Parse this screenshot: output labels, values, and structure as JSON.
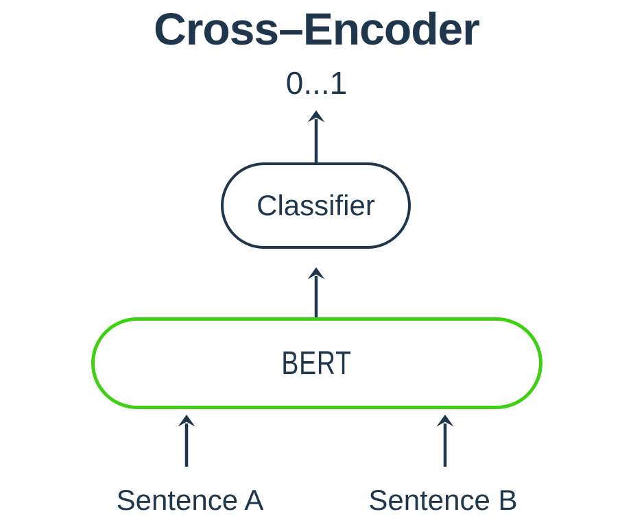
{
  "title": "Cross–Encoder",
  "nodes": {
    "output": {
      "label": "0...1"
    },
    "classifier": {
      "label": "Classifier"
    },
    "bert": {
      "label": "BERT"
    },
    "input_a": {
      "label": "Sentence A"
    },
    "input_b": {
      "label": "Sentence B"
    }
  },
  "icons": {
    "arrow": "arrow-up-icon"
  },
  "colors": {
    "navy": "#1f364d",
    "green": "#3ed013",
    "background": "#ffffff"
  }
}
